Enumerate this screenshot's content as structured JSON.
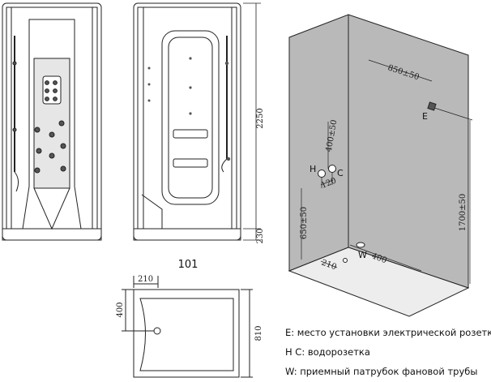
{
  "front_view": {
    "height_total": "2250",
    "height_base": "230"
  },
  "side_view": {},
  "plan_view": {
    "model": "101",
    "dim_width": "210",
    "dim_depth_offset": "400",
    "dim_depth": "810"
  },
  "iso_view": {
    "dim_socket_offset": "850±50",
    "dim_socket_height": "1700±50",
    "dim_water_height": "650±50",
    "dim_water_spacing": "400±50",
    "dim_hc_gap": "120",
    "dim_waste_offset": "400",
    "dim_waste_side": "210",
    "label_E": "E",
    "label_H": "H",
    "label_C": "C",
    "label_W": "W"
  },
  "legend": {
    "line_E": "E: место установки электрической розетки",
    "line_HC": "H   C: водорозетка",
    "line_W": "W: приемный патрубок фановой трубы"
  }
}
